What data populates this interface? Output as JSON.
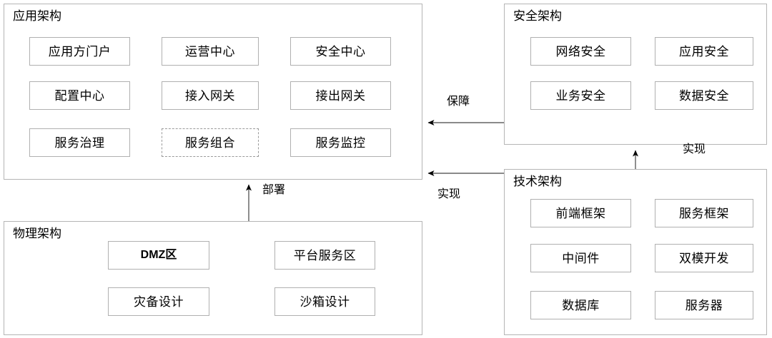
{
  "diagram": {
    "title_present": false,
    "colors": {
      "background": "#ffffff",
      "group_border": "#b5b5b5",
      "node_border": "#b0b0b0",
      "dashed_node_border": "#9a9a9a",
      "text": "#000000",
      "arrow": "#000000"
    },
    "groups": [
      {
        "id": "application-architecture",
        "title": "应用架构",
        "nodes": [
          {
            "label": "应用方门户",
            "style": "solid"
          },
          {
            "label": "运营中心",
            "style": "solid"
          },
          {
            "label": "安全中心",
            "style": "solid"
          },
          {
            "label": "配置中心",
            "style": "solid"
          },
          {
            "label": "接入网关",
            "style": "solid"
          },
          {
            "label": "接出网关",
            "style": "solid"
          },
          {
            "label": "服务治理",
            "style": "solid"
          },
          {
            "label": "服务组合",
            "style": "dashed"
          },
          {
            "label": "服务监控",
            "style": "solid"
          }
        ]
      },
      {
        "id": "security-architecture",
        "title": "安全架构",
        "nodes": [
          {
            "label": "网络安全",
            "style": "solid"
          },
          {
            "label": "应用安全",
            "style": "solid"
          },
          {
            "label": "业务安全",
            "style": "solid"
          },
          {
            "label": "数据安全",
            "style": "solid"
          }
        ]
      },
      {
        "id": "technical-architecture",
        "title": "技术架构",
        "nodes": [
          {
            "label": "前端框架",
            "style": "solid"
          },
          {
            "label": "服务框架",
            "style": "solid"
          },
          {
            "label": "中间件",
            "style": "solid"
          },
          {
            "label": "双模开发",
            "style": "solid"
          },
          {
            "label": "数据库",
            "style": "solid"
          },
          {
            "label": "服务器",
            "style": "solid"
          }
        ]
      },
      {
        "id": "physical-architecture",
        "title": "物理架构",
        "nodes": [
          {
            "label": "DMZ区",
            "style": "bold"
          },
          {
            "label": "平台服务区",
            "style": "solid"
          },
          {
            "label": "灾备设计",
            "style": "solid"
          },
          {
            "label": "沙箱设计",
            "style": "solid"
          }
        ]
      }
    ],
    "connectors": [
      {
        "id": "security-to-application",
        "label": "保障",
        "from": "security-architecture",
        "to": "application-architecture",
        "direction": "left"
      },
      {
        "id": "technical-to-application",
        "label": "实现",
        "from": "technical-architecture",
        "to": "application-architecture",
        "direction": "left"
      },
      {
        "id": "technical-to-security",
        "label": "实现",
        "from": "technical-architecture",
        "to": "security-architecture",
        "direction": "up"
      },
      {
        "id": "physical-to-application",
        "label": "部署",
        "from": "physical-architecture",
        "to": "application-architecture",
        "direction": "up"
      }
    ]
  }
}
